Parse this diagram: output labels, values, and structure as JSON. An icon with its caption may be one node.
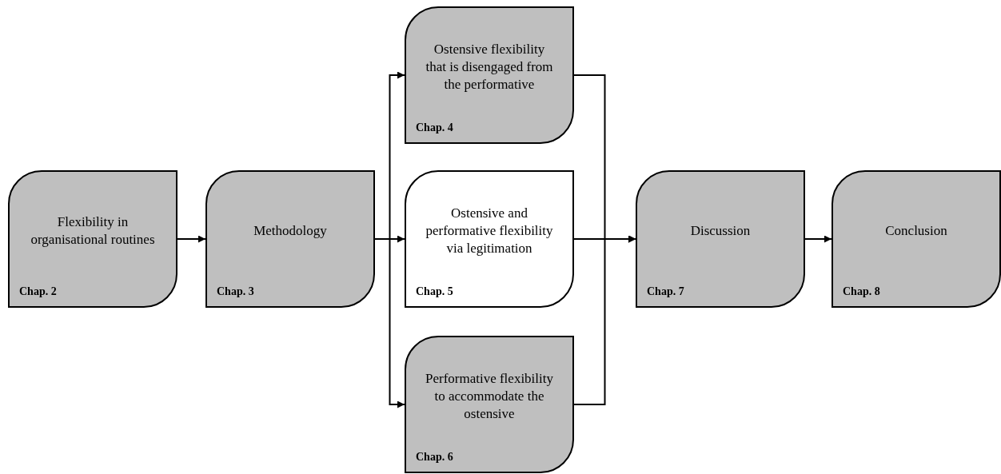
{
  "diagram": {
    "nodes": [
      {
        "text": [
          "Flexibility in organisational routines",
          "Chap. 2"
        ]
      },
      {
        "text": [
          "Methodology",
          "Chap. 3"
        ]
      },
      {
        "text": [
          "Ostensive flexibility that is disengaged from the performative",
          "Chap. 4"
        ]
      },
      {
        "text": [
          "Ostensive and performative flexibility via legitimation",
          "Chap. 5"
        ]
      },
      {
        "text": [
          "Performative flexibility to accommodate the ostensive",
          "Chap. 6"
        ]
      },
      {
        "text": [
          "Discussion",
          "Chap. 7"
        ]
      },
      {
        "text": [
          "Conclusion",
          "Chap. 8"
        ]
      }
    ],
    "edges": [
      {
        "from": 0,
        "to": 1,
        "arrow": "to"
      },
      {
        "from": 1,
        "to": 2,
        "arrow": "to"
      },
      {
        "from": 1,
        "to": 3,
        "arrow": "to"
      },
      {
        "from": 1,
        "to": 4,
        "arrow": "to"
      },
      {
        "from": 2,
        "to": 5,
        "arrow": "to"
      },
      {
        "from": 3,
        "to": 5,
        "arrow": "to"
      },
      {
        "from": 4,
        "to": 5,
        "arrow": "to"
      },
      {
        "from": 5,
        "to": 6,
        "arrow": "to"
      }
    ]
  }
}
